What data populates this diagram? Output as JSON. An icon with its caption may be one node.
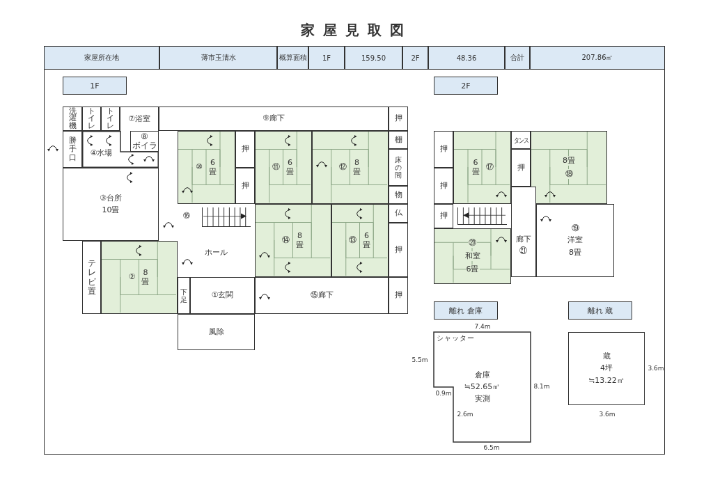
{
  "diagram": {
    "title": "家屋見取図",
    "nodes": [
      {
        "text": [
          "1F"
        ]
      },
      {
        "text": [
          "2F"
        ]
      },
      {
        "text": [
          "洗濯機"
        ]
      },
      {
        "text": [
          "トイレ"
        ]
      },
      {
        "text": [
          "トイレ"
        ]
      },
      {
        "text": [
          "⑦浴室"
        ]
      },
      {
        "text": [
          "⑧",
          "ボイラ"
        ]
      },
      {
        "text": [
          "⑨廊下"
        ]
      },
      {
        "text": [
          "押"
        ]
      },
      {
        "text": [
          "勝手口"
        ]
      },
      {
        "text": [
          "④水場"
        ]
      },
      {
        "text": [
          "棚"
        ]
      },
      {
        "text": [
          "⑩",
          "6畳"
        ]
      },
      {
        "text": [
          "押"
        ]
      },
      {
        "text": [
          "⑪",
          "6畳"
        ]
      },
      {
        "text": [
          "⑫",
          "8畳"
        ]
      },
      {
        "text": [
          "床の間"
        ]
      },
      {
        "text": [
          "押"
        ]
      },
      {
        "text": [
          "③台所",
          "10畳"
        ]
      },
      {
        "text": [
          "物"
        ]
      },
      {
        "text": [
          "⑭",
          "8畳"
        ]
      },
      {
        "text": [
          "⑬",
          "6畳"
        ]
      },
      {
        "text": [
          "仏"
        ]
      },
      {
        "text": [
          "ホール"
        ]
      },
      {
        "text": [
          "押"
        ]
      },
      {
        "text": [
          "テレビ置"
        ]
      },
      {
        "text": [
          "②",
          "8畳"
        ]
      },
      {
        "text": [
          "下足"
        ]
      },
      {
        "text": [
          "①玄関"
        ]
      },
      {
        "text": [
          "⑮廊下"
        ]
      },
      {
        "text": [
          "押"
        ]
      },
      {
        "text": [
          "風除"
        ]
      },
      {
        "text": [
          "押"
        ]
      },
      {
        "text": [
          "6畳",
          "⑰"
        ]
      },
      {
        "text": [
          "タンス"
        ]
      },
      {
        "text": [
          "8畳",
          "⑱"
        ]
      },
      {
        "text": [
          "押"
        ]
      },
      {
        "text": [
          "押"
        ]
      },
      {
        "text": [
          "廊下",
          "㉑"
        ]
      },
      {
        "text": [
          "押"
        ]
      },
      {
        "text": [
          "⑲",
          "洋室",
          "8畳"
        ]
      },
      {
        "text": [
          "⑳",
          "和室",
          "6畳"
        ]
      },
      {
        "text": [
          "離れ 倉庫"
        ]
      },
      {
        "text": [
          "離れ 蔵"
        ]
      },
      {
        "text": [
          "シャッター",
          "倉庫",
          "≒52.65㎡",
          "実測"
        ]
      },
      {
        "text": [
          "蔵",
          "4坪",
          "≒13.22㎡"
        ]
      },
      {
        "text": [],
        "shape": "stairs",
        "beside": [
          "⑯"
        ]
      },
      {
        "text": [],
        "shape": "stairs"
      }
    ],
    "labels": [
      "家屋所在地",
      "薄市玉清水",
      "概算面積",
      "1F",
      "159.50",
      "2F",
      "48.36",
      "合計",
      "207.86㎡",
      "7.4m",
      "5.5m",
      "3.6m",
      "8.1m",
      "0.9m",
      "2.6m",
      "3.6m",
      "6.5m"
    ]
  }
}
